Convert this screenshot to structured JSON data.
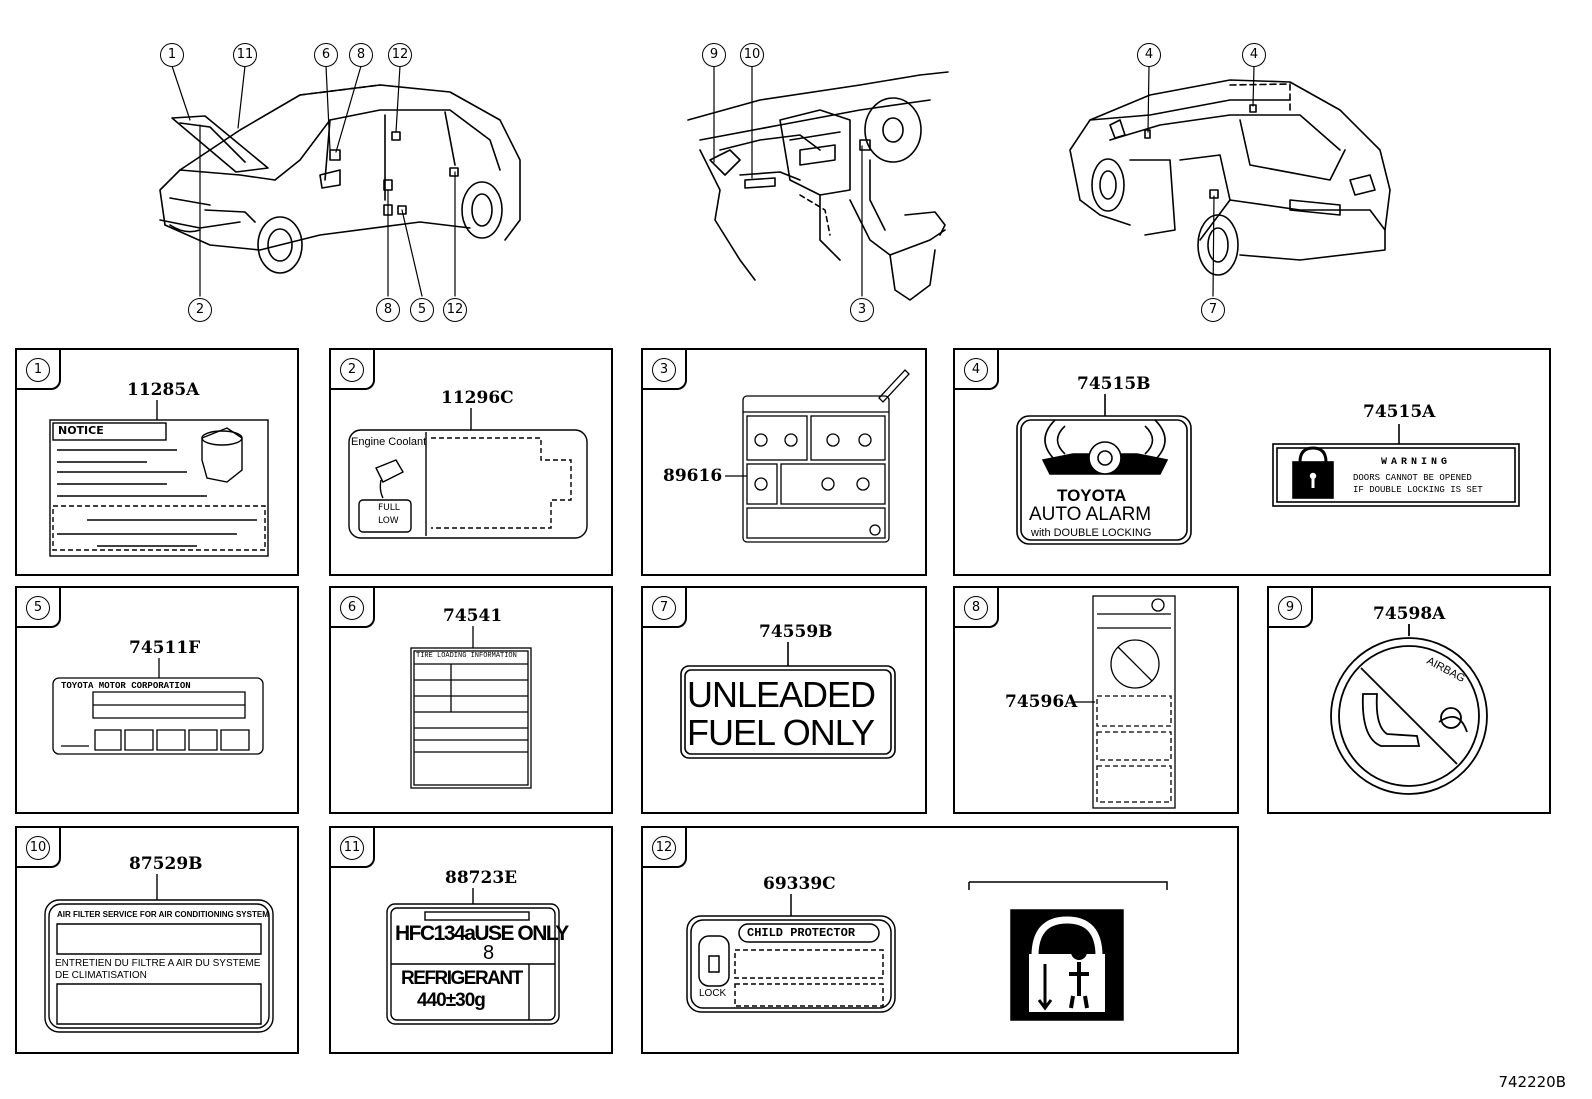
{
  "diagram_code": "742220B",
  "callouts": {
    "ext_front": [
      "1",
      "11",
      "6",
      "8",
      "12",
      "2",
      "8",
      "5",
      "12"
    ],
    "interior": [
      "9",
      "10",
      "3"
    ],
    "ext_rear": [
      "4",
      "4",
      "7"
    ]
  },
  "panels": [
    {
      "num": "1",
      "part": "11285A",
      "label_text": [
        "NOTICE"
      ]
    },
    {
      "num": "2",
      "part": "11296C",
      "label_text": [
        "Engine Coolant",
        "FULL",
        "LOW"
      ]
    },
    {
      "num": "3",
      "part": "89616",
      "label_text": []
    },
    {
      "num": "4",
      "part": "74515B",
      "part2": "74515A",
      "label_text": [
        "TOYOTA",
        "AUTO ALARM",
        "with DOUBLE LOCKING",
        "WARNING",
        "DOORS CANNOT BE OPENED",
        "IF DOUBLE LOCKING IS SET"
      ]
    },
    {
      "num": "5",
      "part": "74511F",
      "label_text": [
        "TOYOTA MOTOR CORPORATION"
      ]
    },
    {
      "num": "6",
      "part": "74541",
      "label_text": [
        "TIRE LOADING INFORMATION"
      ]
    },
    {
      "num": "7",
      "part": "74559B",
      "label_text": [
        "UNLEADED",
        "FUEL ONLY"
      ]
    },
    {
      "num": "8",
      "part": "74596A",
      "label_text": []
    },
    {
      "num": "9",
      "part": "74598A",
      "label_text": [
        "AIRBAG"
      ]
    },
    {
      "num": "10",
      "part": "87529B",
      "label_text": [
        "AIR FILTER SERVICE FOR AIR CONDITIONING SYSTEM",
        "ENTRETIEN DU FILTRE A AIR DU SYSTEME",
        "DE CLIMATISATION"
      ]
    },
    {
      "num": "11",
      "part": "88723E",
      "label_text": [
        "HFC134aUSE ONLY",
        "8",
        "REFRIGERANT",
        "440±30g"
      ]
    },
    {
      "num": "12",
      "part": "69339C",
      "label_text": [
        "CHILD PROTECTOR",
        "LOCK"
      ]
    }
  ]
}
